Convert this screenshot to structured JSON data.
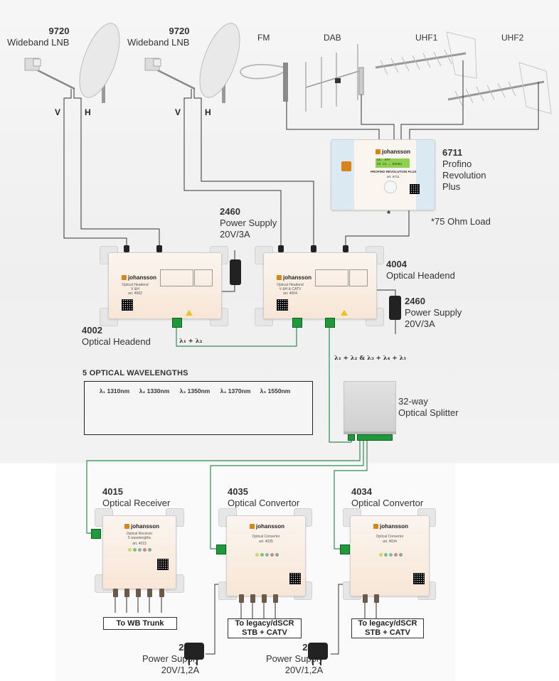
{
  "lnb_left": {
    "model": "9720",
    "name": "Wideband LNB",
    "pol_v": "V",
    "pol_h": "H"
  },
  "lnb_right": {
    "model": "9720",
    "name": "Wideband LNB",
    "pol_v": "V",
    "pol_h": "H"
  },
  "antennas": [
    {
      "id": "fm",
      "label": "FM"
    },
    {
      "id": "dab",
      "label": "DAB"
    },
    {
      "id": "uhf1",
      "label": "UHF1"
    },
    {
      "id": "uhf2",
      "label": "UHF2"
    }
  ],
  "profino": {
    "model": "6711",
    "name_line1": "Profino",
    "name_line2": "Revolution",
    "name_line3": "Plus",
    "brand": "johansson",
    "display_line1": "DC: OFF",
    "display_line2": "CH 21 → KOUKU",
    "product_name": "PROFINO REVOLUTION PLUS",
    "art": "art. 6711",
    "load_marker": "*",
    "load_note": "*75 Ohm Load"
  },
  "psu_top": {
    "model": "2460",
    "name": "Power Supply",
    "rating": "20V/3A"
  },
  "psu_right": {
    "model": "2460",
    "name": "Power Supply",
    "rating": "20V/3A"
  },
  "headend_4002": {
    "model": "4002",
    "name": "Optical Headend",
    "brand": "johansson",
    "device_title": "Optical Headend",
    "device_sub": "V &H",
    "art": "art. 4002"
  },
  "headend_4004": {
    "model": "4004",
    "name": "Optical Headend",
    "brand": "johansson",
    "device_title": "Optical Headend",
    "device_sub": "V &H & CATV",
    "art": "art. 4004"
  },
  "links": {
    "l12": "λ₁ + λ₂",
    "lall": "λ₁ + λ₂ & λ₃ + λ₄ + λ₅"
  },
  "wavelengths": {
    "title": "5 OPTICAL WAVELENGTHS",
    "items": [
      {
        "label": "λ₁ 1310nm",
        "colors": [
          "#e8dc3c",
          "#2aa7d6"
        ]
      },
      {
        "label": "λ₂ 1330nm",
        "colors": [
          "#c8322e",
          "#2f9a4a"
        ]
      },
      {
        "label": "λ₃ 1350nm",
        "colors": [
          "#e3a33a",
          "#2aa7d6"
        ]
      },
      {
        "label": "λ₄ 1370nm",
        "colors": [
          "#c8327a",
          "#a6c25a"
        ]
      },
      {
        "label": "λ₅ 1550nm",
        "colors": [
          "#777777",
          "#777777"
        ]
      }
    ]
  },
  "splitter": {
    "line1": "32-way",
    "line2": "Optical Splitter"
  },
  "receiver_4015": {
    "model": "4015",
    "name": "Optical Receiver",
    "brand": "johansson",
    "device_title": "Optical Receiver",
    "device_sub": "5 wavelengths",
    "art": "art. 4015",
    "output": "To WB Trunk"
  },
  "convertor_4035": {
    "model": "4035",
    "name": "Optical Convertor",
    "brand": "johansson",
    "device_title": "Optical Convertor",
    "art": "art. 4035",
    "output_line1": "To legacy/dSCR",
    "output_line2": "STB + CATV"
  },
  "convertor_4034": {
    "model": "4034",
    "name": "Optical Convertor",
    "brand": "johansson",
    "device_title": "Optical Convertor",
    "art": "art. 4034",
    "output_line1": "To legacy/dSCR",
    "output_line2": "STB + CATV"
  },
  "psu_bottom_left": {
    "model": "2462",
    "name": "Power Supply",
    "rating": "20V/1,2A"
  },
  "psu_bottom_right": {
    "model": "2462",
    "name": "Power Supply",
    "rating": "20V/1,2A"
  },
  "colors": {
    "fiber": "#2e8b57",
    "coax": "#333333",
    "accent": "#d9841a"
  }
}
